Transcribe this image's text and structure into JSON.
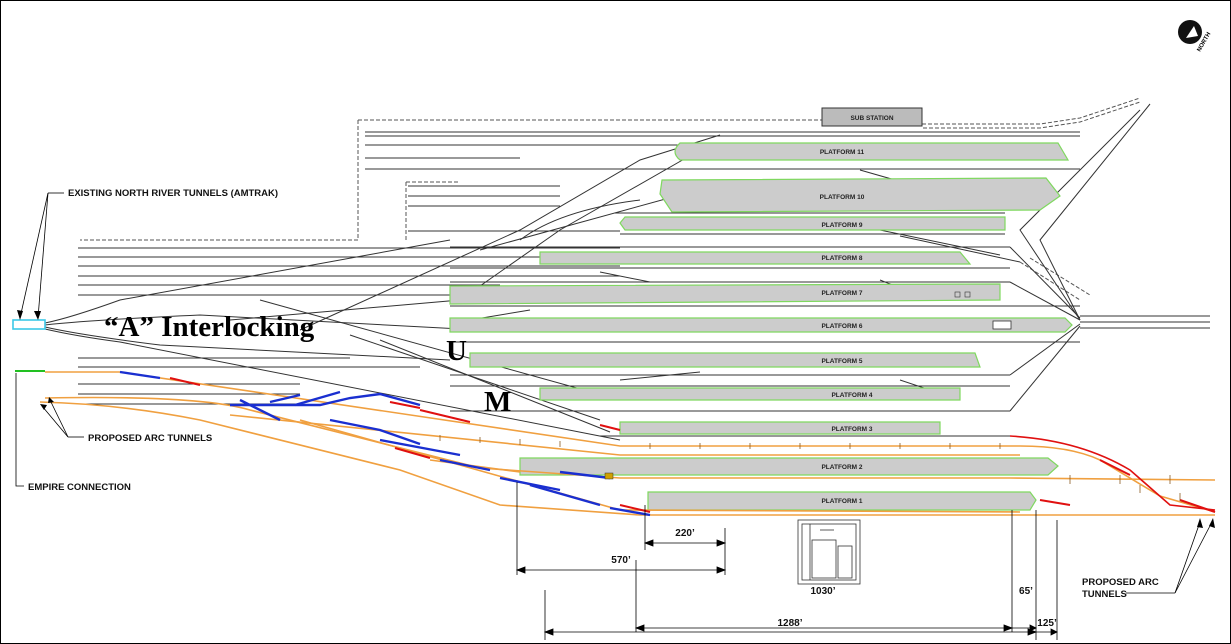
{
  "north_label": "NORTH",
  "substation_label": "SUB STATION",
  "platforms": [
    {
      "label": "PLATFORM 11"
    },
    {
      "label": "PLATFORM 10"
    },
    {
      "label": "PLATFORM 9"
    },
    {
      "label": "PLATFORM 8"
    },
    {
      "label": "PLATFORM 7"
    },
    {
      "label": "PLATFORM 6"
    },
    {
      "label": "PLATFORM 5"
    },
    {
      "label": "PLATFORM 4"
    },
    {
      "label": "PLATFORM 3"
    },
    {
      "label": "PLATFORM 2"
    },
    {
      "label": "PLATFORM 1"
    }
  ],
  "callouts": {
    "north_river": "EXISTING NORTH RIVER TUNNELS (AMTRAK)",
    "arc_left": "PROPOSED ARC TUNNELS",
    "empire": "EMPIRE CONNECTION",
    "arc_right_1": "PROPOSED ARC",
    "arc_right_2": "TUNNELS"
  },
  "overlay": {
    "interlocking": "“A” Interlocking",
    "u": "U",
    "m": "M"
  },
  "dimensions": {
    "d220": "220’",
    "d570": "570’",
    "d1030": "1030’",
    "d65": "65’",
    "d1288": "1288’",
    "d125": "125’"
  },
  "colors": {
    "track": "#333333",
    "platform_fill": "#cccccc",
    "platform_edge": "#7fd85f",
    "arc_orange": "#f0a040",
    "arc_blue": "#1a2fd0",
    "arc_red": "#e01010",
    "empire_green": "#22c022",
    "north_river_cyan": "#3cc8e8"
  }
}
